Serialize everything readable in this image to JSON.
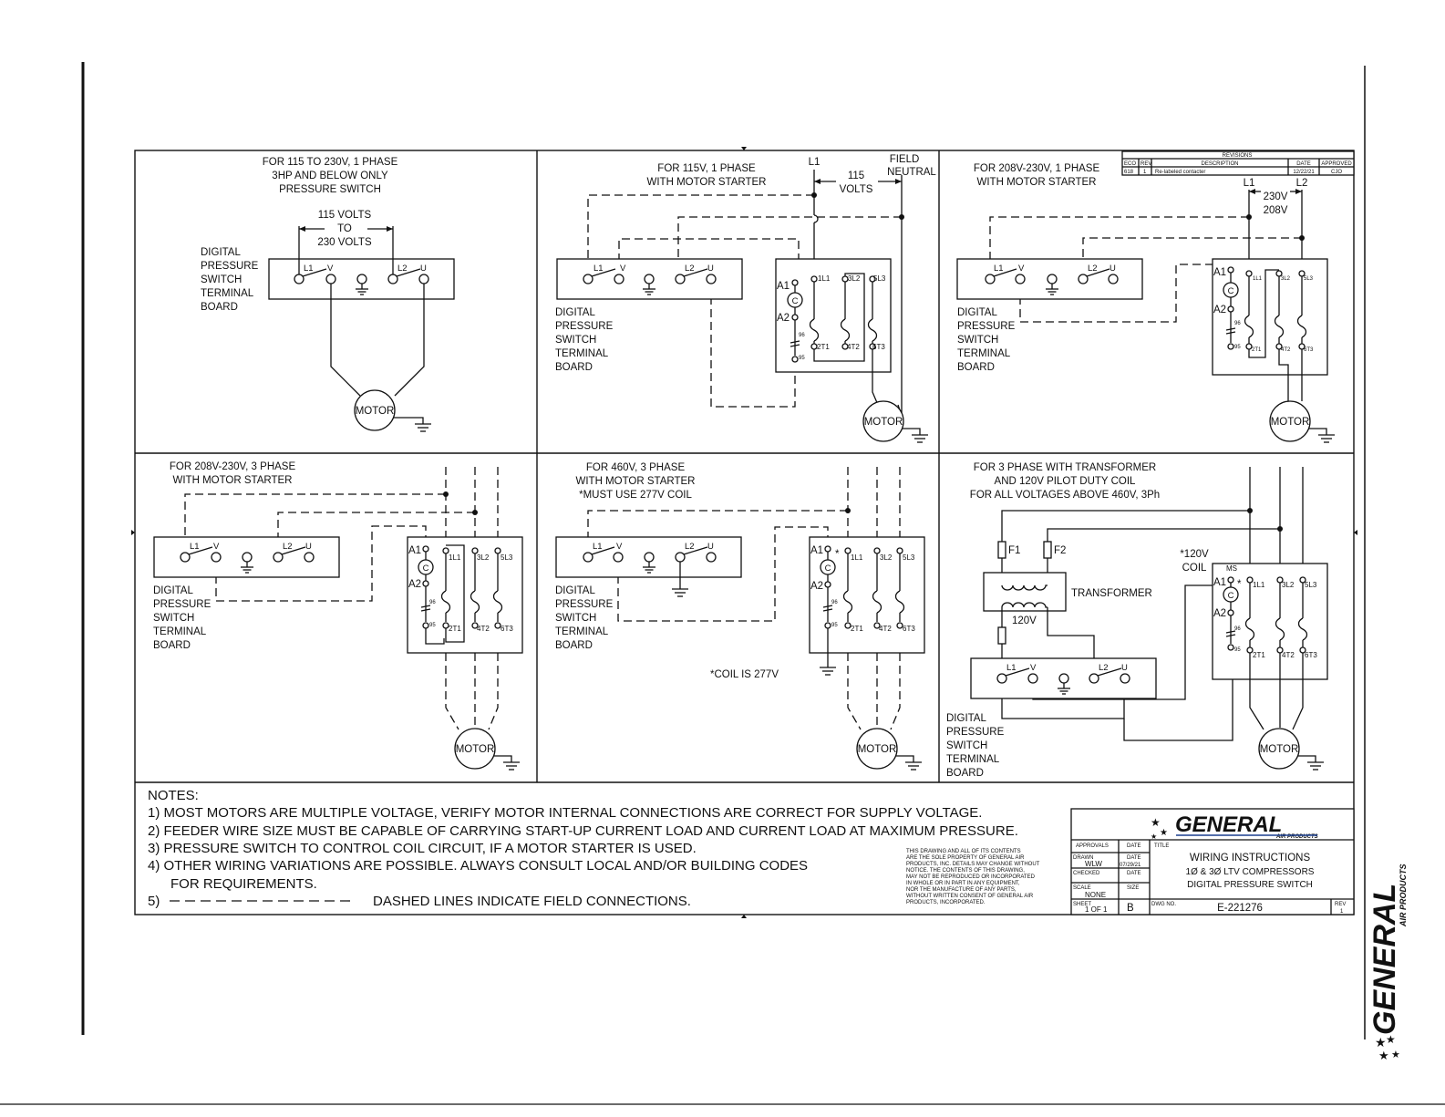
{
  "page": {
    "panels": {
      "p1": {
        "title": [
          "FOR 115 TO 230V, 1 PHASE",
          "3HP AND BELOW ONLY",
          "PRESSURE SWITCH"
        ],
        "voltage": [
          "115 VOLTS",
          "TO",
          "230 VOLTS"
        ],
        "board_label": [
          "DIGITAL",
          "PRESSURE",
          "SWITCH",
          "TERMINAL",
          "BOARD"
        ]
      },
      "p2": {
        "title": [
          "FOR 115V, 1 PHASE",
          "WITH MOTOR STARTER"
        ],
        "line1": "L1",
        "field_neutral": [
          "FIELD",
          "NEUTRAL"
        ],
        "volts": [
          "115",
          "VOLTS"
        ],
        "board_label": [
          "DIGITAL",
          "PRESSURE",
          "SWITCH",
          "TERMINAL",
          "BOARD"
        ]
      },
      "p3": {
        "title": [
          "FOR 208V-230V, 1 PHASE",
          "WITH MOTOR STARTER"
        ],
        "l1": "L1",
        "l2": "L2",
        "volts": [
          "230V",
          "208V"
        ],
        "board_label": [
          "DIGITAL",
          "PRESSURE",
          "SWITCH",
          "TERMINAL",
          "BOARD"
        ]
      },
      "p4": {
        "title": [
          "FOR 208V-230V, 3 PHASE",
          "WITH MOTOR STARTER"
        ],
        "board_label": [
          "DIGITAL",
          "PRESSURE",
          "SWITCH",
          "TERMINAL",
          "BOARD"
        ]
      },
      "p5": {
        "title": [
          "FOR 460V, 3 PHASE",
          "WITH MOTOR STARTER",
          "*MUST USE 277V COIL"
        ],
        "coil_note": "*COIL IS 277V",
        "board_label": [
          "DIGITAL",
          "PRESSURE",
          "SWITCH",
          "TERMINAL",
          "BOARD"
        ]
      },
      "p6": {
        "title": [
          "FOR 3 PHASE WITH TRANSFORMER",
          "AND 120V PILOT DUTY COIL",
          "FOR ALL VOLTAGES ABOVE 460V, 3Ph"
        ],
        "f1": "F1",
        "f2": "F2",
        "transformer": "TRANSFORMER",
        "v120": "120V",
        "coil": [
          "*120V",
          "COIL"
        ],
        "ms": "MS",
        "board_label": [
          "DIGITAL",
          "PRESSURE",
          "SWITCH",
          "TERMINAL",
          "BOARD"
        ]
      }
    },
    "terminals": {
      "l1": "L1",
      "v": "V",
      "l2": "L2",
      "u": "U"
    },
    "starter": {
      "a1": "A1",
      "a2": "A2",
      "c": "C",
      "star": "*",
      "t95": "95",
      "t96": "96",
      "l1": "1L1",
      "l2": "3L2",
      "l3": "5L3",
      "t1": "2T1",
      "t2": "4T2",
      "t3": "6T3"
    },
    "motor": "MOTOR",
    "notes": {
      "heading": "NOTES:",
      "items": [
        "1)  MOST MOTORS ARE MULTIPLE VOLTAGE, VERIFY MOTOR INTERNAL CONNECTIONS ARE CORRECT FOR SUPPLY VOLTAGE.",
        "2)  FEEDER WIRE SIZE MUST BE CAPABLE OF CARRYING START-UP CURRENT LOAD AND CURRENT LOAD AT MAXIMUM PRESSURE.",
        "3)  PRESSURE SWITCH TO CONTROL COIL CIRCUIT, IF A MOTOR STARTER IS USED.",
        "4)  OTHER WIRING VARIATIONS ARE POSSIBLE.  ALWAYS CONSULT LOCAL AND/OR BUILDING CODES",
        "      FOR REQUIREMENTS."
      ],
      "note5_num": "5)",
      "note5_text": "DASHED LINES INDICATE FIELD CONNECTIONS."
    },
    "proprietary": [
      "THIS DRAWING AND ALL OF ITS CONTENTS",
      "ARE THE SOLE PROPERTY OF GENERAL AIR",
      "PRODUCTS, INC.  DETAILS MAY CHANGE WITHOUT",
      "NOTICE.  THE CONTENTS OF THIS DRAWING,",
      "MAY NOT BE REPRODUCED OR INCORPORATED",
      "IN WHOLE OR IN PART IN ANY EQUIPMENT,",
      "NOR THE MANUFACTURE OF ANY PARTS,",
      "WITHOUT WRITTEN CONSENT OF GENERAL AIR",
      "PRODUCTS, INCORPORATED."
    ],
    "title_block": {
      "brand": "GENERAL",
      "brand_sub": "AIR PRODUCTS",
      "approvals": "APPROVALS",
      "date": "DATE",
      "title_label": "TITLE",
      "title_lines": [
        "WIRING INSTRUCTIONS",
        "1Ø & 3Ø LTV COMPRESSORS",
        "DIGITAL PRESSURE SWITCH"
      ],
      "drawn_label": "DRAWN",
      "drawn_by": "WLW",
      "drawn_date": "07/29/21",
      "checked_label": "CHECKED",
      "scale_label": "SCALE",
      "scale": "NONE",
      "size_label": "SIZE",
      "size": "B",
      "sheet_label": "SHEET",
      "sheet": "1 OF 1",
      "dwg_label": "DWG NO.",
      "dwg_no": "E-221276",
      "rev_label": "REV",
      "rev": "1"
    },
    "revisions": {
      "heading": "REVISIONS",
      "headers": [
        "ECO",
        "REV",
        "DESCRIPTION",
        "DATE",
        "APPROVED"
      ],
      "rows": [
        [
          "618",
          "1",
          "Re-labeled contacter",
          "12/22/21",
          "CJO"
        ]
      ]
    },
    "side_brand": {
      "name": "GENERAL",
      "sub": "AIR PRODUCTS"
    }
  }
}
